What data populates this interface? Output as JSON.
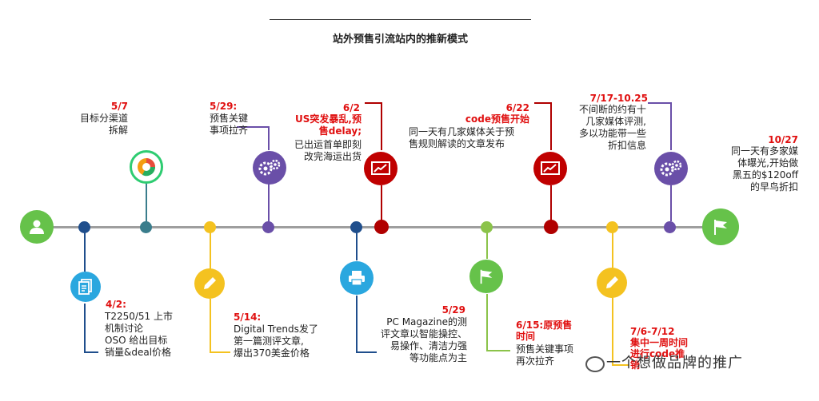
{
  "title": "站外预售引流站内的推新模式",
  "colors": {
    "axis": "#9e9e9e",
    "navy": "#1f4e8c",
    "teal": "#3a7d8c",
    "yellow": "#f4c220",
    "purple": "#6a4fa8",
    "darkred": "#b00000",
    "green": "#66c24a",
    "cyan": "#2aa7df",
    "lightgreen": "#8bc34a",
    "accent_red": "#e01010"
  },
  "events": {
    "e0": {
      "date": "5/7",
      "text": "目标分渠道\n拆解",
      "icon": "pie-chart-icon"
    },
    "e1": {
      "date": "5/29:",
      "text": "预售关键\n事项拉齐",
      "icon": "gears-icon"
    },
    "e2": {
      "date": "6/2",
      "red_text": "US突发暴乱,预\n售delay;",
      "text": "已出运首单即刻\n改完海运出货",
      "icon": "monitor-chart-icon"
    },
    "e3": {
      "date": "6/22",
      "red_text": "code预售开始",
      "text": "同一天有几家媒体关于预\n售规则解读的文章发布",
      "icon": "monitor-chart-icon"
    },
    "e4": {
      "date": "7/17-10.25",
      "text": "不间断的约有十\n几家媒体评测,\n多以功能带一些\n折扣信息",
      "icon": "gears-icon"
    },
    "e5": {
      "date": "10/27",
      "text": "同一天有多家媒\n体曝光,开始做\n黑五的$120off\n的早鸟折扣",
      "icon": "flag-icon"
    },
    "e6": {
      "date": "4/2:",
      "text": "T2250/51 上市\n机制讨论\nOSO 给出目标\n销量&deal价格",
      "icon": "document-icon"
    },
    "e7": {
      "date": "5/14:",
      "text": "Digital Trends发了\n第一篇测评文章,\n爆出370美金价格",
      "icon": "pencil-icon"
    },
    "e8": {
      "date": "5/29",
      "text": "PC Magazine的测\n评文章以智能操控、\n易操作、清洁力强\n等功能点为主",
      "icon": "printer-icon"
    },
    "e9": {
      "date": "6/15:原预售\n时间",
      "text": "预售关键事项\n再次拉齐",
      "icon": "flag-icon"
    },
    "e10": {
      "date": "7/6-7/12\n集中一周时间\n进行code推\n销",
      "text": "",
      "icon": "pencil-icon"
    }
  },
  "start_icon": "user-icon",
  "end_icon": "flag-icon",
  "watermark": "一个想做品牌的推广"
}
